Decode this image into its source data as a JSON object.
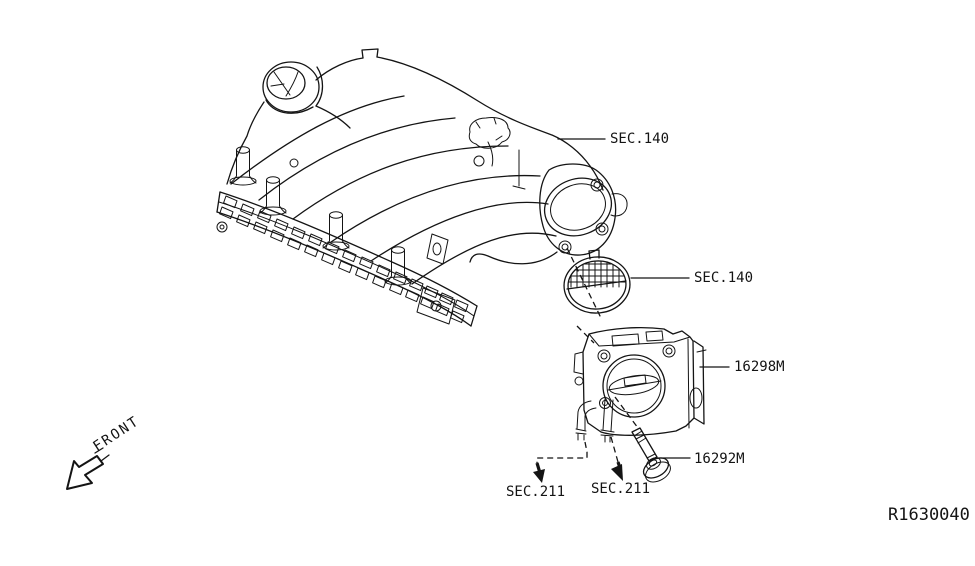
{
  "diagram": {
    "ref_code": "R1630040",
    "front_label": "FRONT",
    "callouts": {
      "sec140_upper": "SEC.140",
      "sec140_lower": "SEC.140",
      "throttle_chamber_part": "16298M",
      "bolt_part": "16292M",
      "sec211_left": "SEC.211",
      "sec211_right": "SEC.211"
    },
    "colors": {
      "line": "#141414",
      "background": "#ffffff"
    }
  }
}
